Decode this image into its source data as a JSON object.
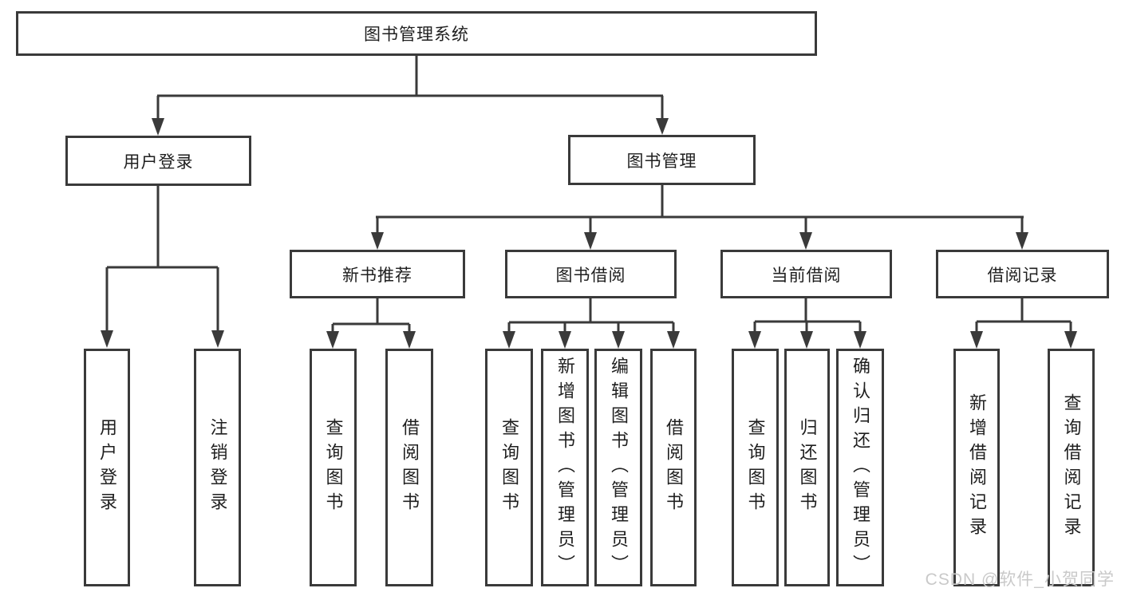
{
  "colors": {
    "line": "#3a3a3a",
    "border": "#3a3a3a",
    "text": "#1f1f1f",
    "watermark": "#c9c9c9",
    "bg": "#ffffff"
  },
  "watermark": {
    "text": "CSDN @软件_小贺同学"
  },
  "diagram": {
    "title": "图书管理系统",
    "nodes": {
      "root": {
        "label": "图书管理系统"
      },
      "user_login": {
        "label": "用户登录"
      },
      "book_mgmt": {
        "label": "图书管理"
      },
      "new_book_rec": {
        "label": "新书推荐"
      },
      "book_borrow": {
        "label": "图书借阅"
      },
      "current_borrow": {
        "label": "当前借阅"
      },
      "borrow_records": {
        "label": "借阅记录"
      },
      "leaf_user_login": {
        "label": "用户登录"
      },
      "leaf_logout": {
        "label": "注销登录"
      },
      "leaf_nbr_query": {
        "label": "查询图书"
      },
      "leaf_nbr_borrow": {
        "label": "借阅图书"
      },
      "leaf_bb_query": {
        "label": "查询图书"
      },
      "leaf_bb_add": {
        "label": "新增图书（管理员）"
      },
      "leaf_bb_edit": {
        "label": "编辑图书（管理员）"
      },
      "leaf_bb_borrow": {
        "label": "借阅图书"
      },
      "leaf_cb_query": {
        "label": "查询图书"
      },
      "leaf_cb_return": {
        "label": "归还图书"
      },
      "leaf_cb_confirm": {
        "label": "确认归还（管理员）"
      },
      "leaf_br_add": {
        "label": "新增借阅记录"
      },
      "leaf_br_query": {
        "label": "查询借阅记录"
      }
    }
  }
}
